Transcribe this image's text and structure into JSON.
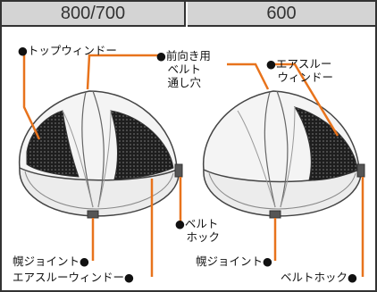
{
  "header": {
    "left": "800/700",
    "right": "600"
  },
  "labels": {
    "top_window": "●トップウィンドー",
    "front_belt_hole": "●前向き用\n　ベルト\n　通し穴",
    "air_through_window_right": "●エアスルー\n　ウィンドー",
    "belt_hook_left": "●ベルト\n　ホック",
    "hood_joint_left": "幌ジョイント●",
    "air_through_window_left": "エアスルーウィンドー●",
    "hood_joint_right": "幌ジョイント●",
    "belt_hook_right": "ベルトホック●"
  },
  "colors": {
    "leader": "#e8731c",
    "outline": "#444444",
    "mesh": "#2a2a2a",
    "header_bg": "#d4d4d4"
  }
}
